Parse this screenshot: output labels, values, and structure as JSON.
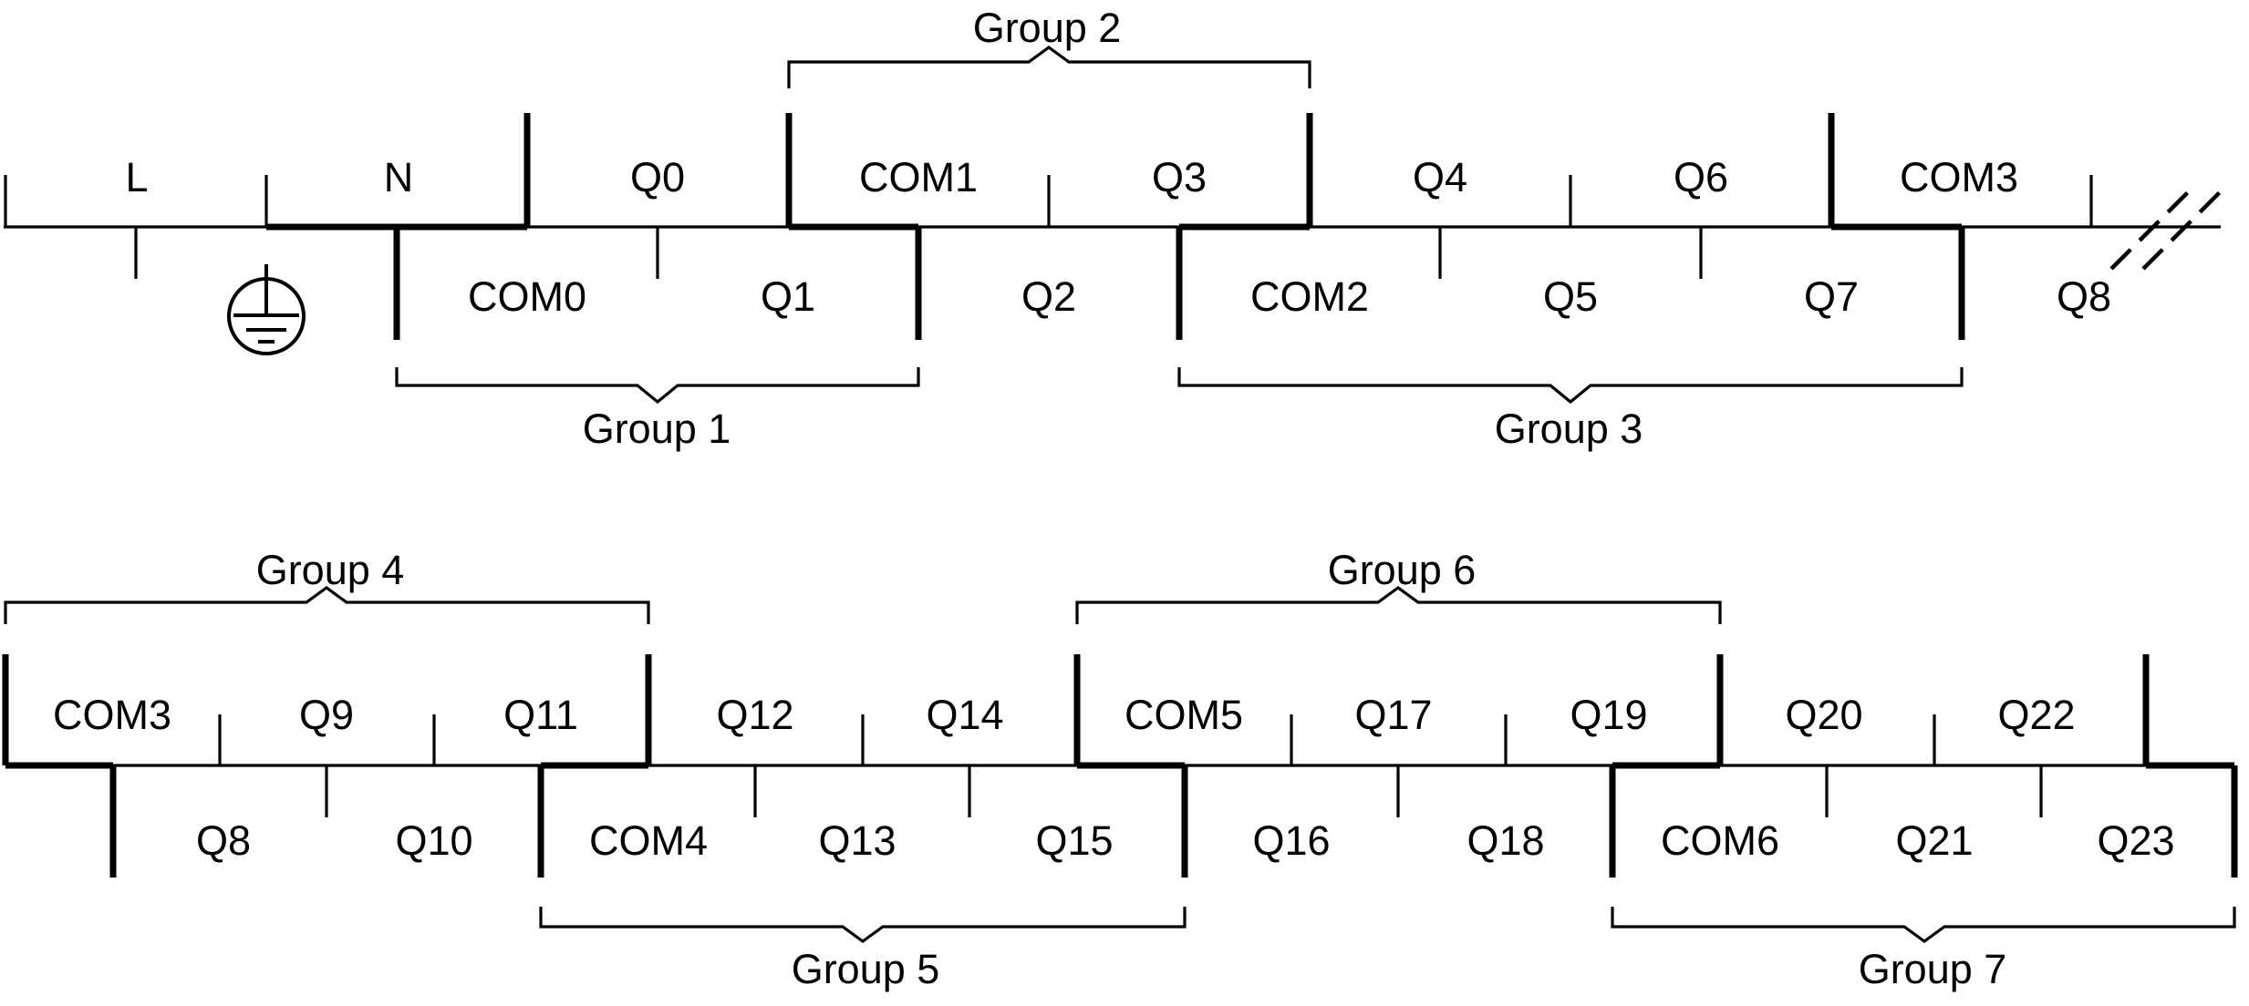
{
  "diagram_type": "terminal-wiring-diagram",
  "colors": {
    "ink": "#000000",
    "background": "#ffffff"
  },
  "row1": {
    "above": [
      "L",
      "N",
      "Q0",
      "COM1",
      "Q3",
      "Q4",
      "Q6",
      "COM3"
    ],
    "below": [
      "COM0",
      "Q1",
      "Q2",
      "COM2",
      "Q5",
      "Q7",
      "Q8"
    ]
  },
  "row2": {
    "above": [
      "COM3",
      "Q9",
      "Q11",
      "Q12",
      "Q14",
      "COM5",
      "Q17",
      "Q19",
      "Q20",
      "Q22"
    ],
    "below": [
      "Q8",
      "Q10",
      "COM4",
      "Q13",
      "Q15",
      "Q16",
      "Q18",
      "COM6",
      "Q21",
      "Q23"
    ]
  },
  "groups": {
    "g1": {
      "label": "Group 1",
      "members": [
        "COM0",
        "Q1"
      ]
    },
    "g2": {
      "label": "Group 2",
      "members": [
        "COM1",
        "Q2",
        "Q3"
      ]
    },
    "g3": {
      "label": "Group 3",
      "members": [
        "COM2",
        "Q4",
        "Q5",
        "Q6",
        "Q7"
      ]
    },
    "g4": {
      "label": "Group 4",
      "members": [
        "COM3",
        "Q8",
        "Q9",
        "Q10",
        "Q11"
      ]
    },
    "g5": {
      "label": "Group 5",
      "members": [
        "COM4",
        "Q12",
        "Q13",
        "Q14",
        "Q15"
      ]
    },
    "g6": {
      "label": "Group 6",
      "members": [
        "COM5",
        "Q16",
        "Q17",
        "Q18",
        "Q19"
      ]
    },
    "g7": {
      "label": "Group 7",
      "members": [
        "COM6",
        "Q20",
        "Q21",
        "Q22",
        "Q23"
      ]
    }
  },
  "icons": {
    "ground": "protective-earth-icon",
    "line_break": "double-slash-break-icon"
  }
}
